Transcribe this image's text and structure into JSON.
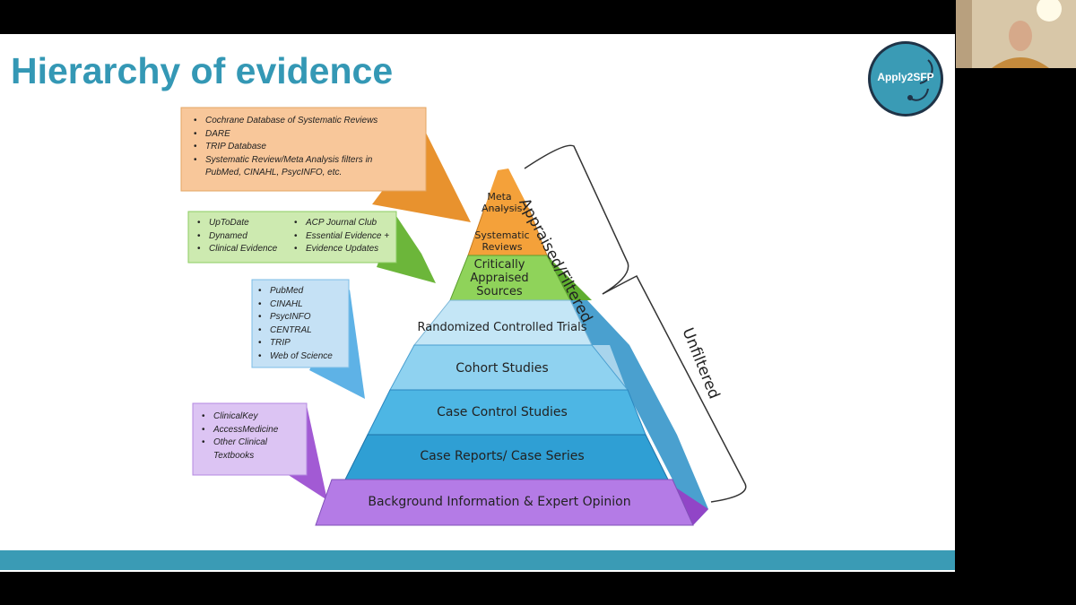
{
  "slide": {
    "title": "Hierarchy of evidence",
    "logo_text": "Apply2SFP"
  },
  "pyramid": {
    "tiers": [
      {
        "label": "Meta Analysis",
        "color": "#f4a13a"
      },
      {
        "label": "Systematic Reviews",
        "color": "#f4a13a"
      },
      {
        "label": "Critically Appraised Sources",
        "color": "#8fd35a"
      },
      {
        "label": "Randomized Controlled Trials",
        "color": "#c4e6f6"
      },
      {
        "label": "Cohort Studies",
        "color": "#8fd2f0"
      },
      {
        "label": "Case Control Studies",
        "color": "#4db6e4"
      },
      {
        "label": "Case Reports/ Case Series",
        "color": "#2f9fd4"
      },
      {
        "label": "Background Information & Expert Opinion",
        "color": "#b47be6"
      }
    ],
    "brace_labels": [
      "Appraised/Filtered",
      "Unfiltered"
    ]
  },
  "resource_boxes": [
    {
      "color": "#f8c79a",
      "items": [
        "Cochrane Database of Systematic Reviews",
        "DARE",
        "TRIP Database",
        "Systematic Review/Meta Analysis filters in",
        "PubMed,  CINAHL, PsycINFO, etc."
      ]
    },
    {
      "color": "#cdeab0",
      "items_left": [
        "UpToDate",
        "Dynamed",
        "Clinical Evidence"
      ],
      "items_right": [
        "ACP Journal Club",
        "Essential Evidence +",
        "Evidence Updates"
      ]
    },
    {
      "color": "#c5e1f5",
      "items": [
        "PubMed",
        "CINAHL",
        "PsycINFO",
        "CENTRAL",
        "TRIP",
        "Web of Science"
      ]
    },
    {
      "color": "#dcc4f3",
      "items": [
        "ClinicalKey",
        "AccessMedicine",
        "Other Clinical",
        "Textbooks"
      ]
    }
  ]
}
